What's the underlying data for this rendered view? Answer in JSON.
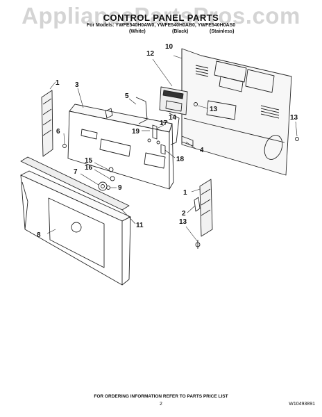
{
  "watermark": "AppliancePartsPros.com",
  "header": {
    "title": "CONTROL PANEL PARTS",
    "models_line": "For Models: YWFE540H0AW0, YWFE540H0AB0, YWFE540H0AS0",
    "finishes": [
      "(White)",
      "(Black)",
      "(Stainless)"
    ]
  },
  "callouts": [
    "1",
    "3",
    "5",
    "6",
    "14",
    "19",
    "17",
    "4",
    "15",
    "16",
    "7",
    "9",
    "18",
    "8",
    "11",
    "12",
    "10",
    "13",
    "13",
    "1",
    "2",
    "13"
  ],
  "footer": {
    "note": "FOR ORDERING INFORMATION REFER TO PARTS PRICE LIST",
    "page_number": "2",
    "document_number": "W10493891"
  }
}
